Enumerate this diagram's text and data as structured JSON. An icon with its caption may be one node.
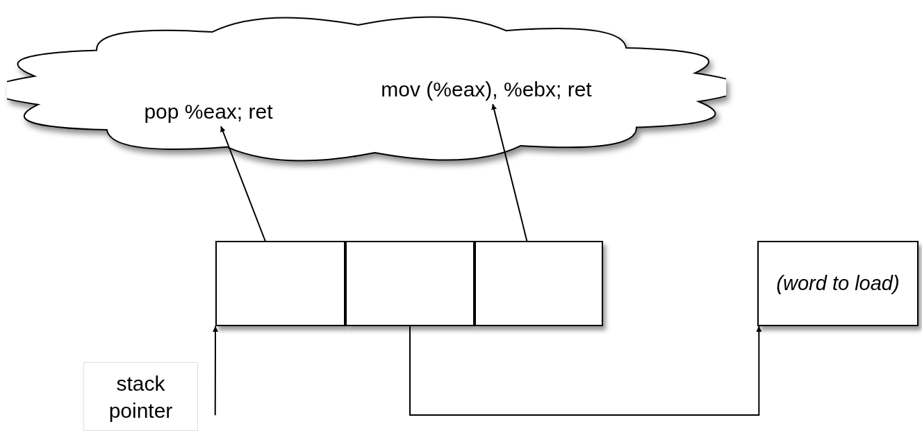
{
  "diagram": {
    "nodes": [
      {
        "text": [],
        "shape": "cloud"
      },
      {
        "text": [
          "pop %eax;  ret"
        ],
        "in": 0
      },
      {
        "text": [
          "mov (%eax), %ebx;  ret"
        ],
        "in": 0
      },
      {
        "text": [],
        "shape": "box"
      },
      {
        "text": [],
        "shape": "box"
      },
      {
        "text": [],
        "shape": "box"
      },
      {
        "text": [
          "(word to load)"
        ]
      },
      {
        "text": [
          "stack pointer"
        ]
      }
    ],
    "edges": [
      {
        "from": 3,
        "to": 1,
        "arrow": "to"
      },
      {
        "from": 5,
        "to": 2,
        "arrow": "to"
      },
      {
        "from": 4,
        "to": 6,
        "arrow": "to"
      },
      {
        "from": 7,
        "to": 3,
        "arrow": "to"
      }
    ]
  }
}
